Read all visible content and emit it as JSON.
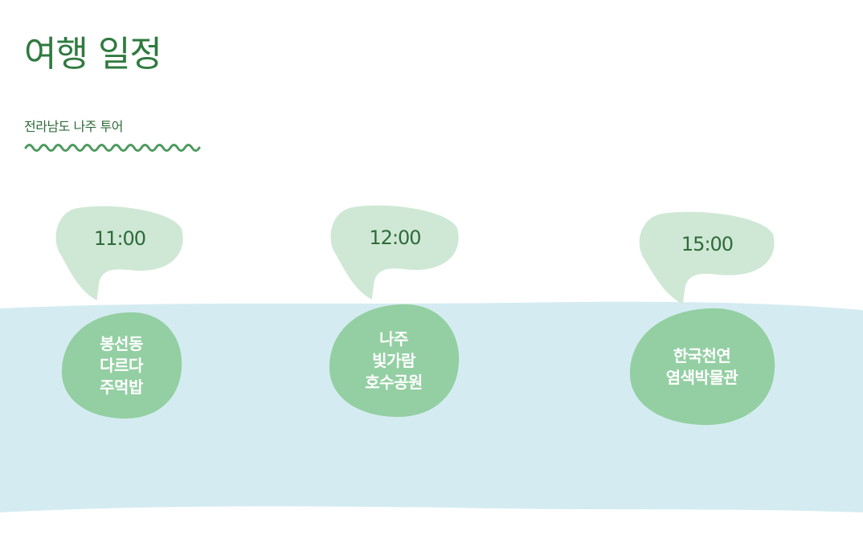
{
  "title": "여행 일정",
  "subtitle": "전라남도 나주 투어",
  "colors": {
    "title": "#2f7a3f",
    "wave": "#4e9a5e",
    "band": "#d4ecf1",
    "time_bubble": "#cfe8d5",
    "place_blob": "#93cfa2",
    "place_text": "#ffffff"
  },
  "stops": [
    {
      "time": "11:00",
      "place": "봉선동\n다르다\n주먹밥"
    },
    {
      "time": "12:00",
      "place": "나주\n빛가람\n호수공원"
    },
    {
      "time": "15:00",
      "place": "한국천연\n염색박물관"
    }
  ]
}
